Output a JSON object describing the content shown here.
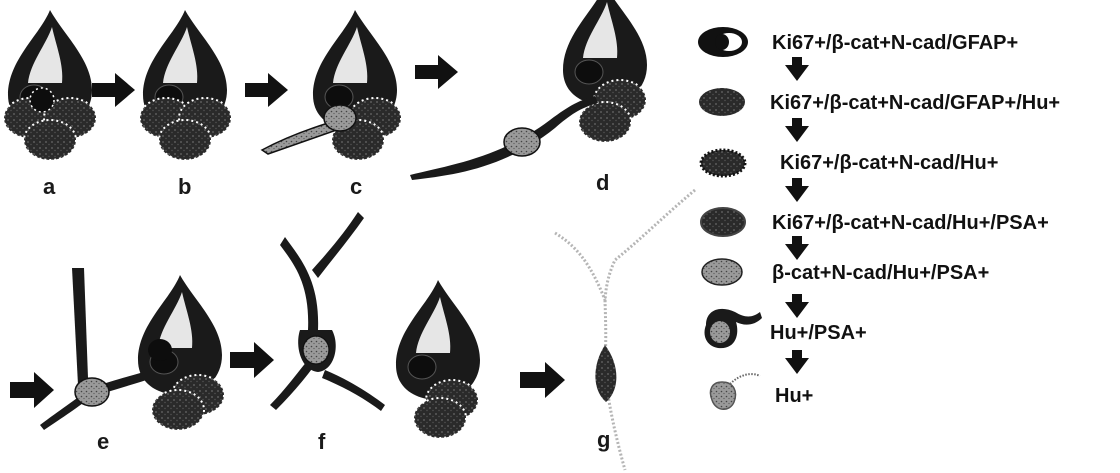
{
  "panels": {
    "a": "a",
    "b": "b",
    "c": "c",
    "d": "d",
    "e": "e",
    "f": "f",
    "g": "g"
  },
  "legend": [
    {
      "label": "Ki67+/β-cat+N-cad/GFAP+"
    },
    {
      "label": "Ki67+/β-cat+N-cad/GFAP+/Hu+"
    },
    {
      "label": "Ki67+/β-cat+N-cad/Hu+"
    },
    {
      "label": "Ki67+/β-cat+N-cad/Hu+/PSA+"
    },
    {
      "label": "β-cat+N-cad/Hu+/PSA+"
    },
    {
      "label": "Hu+/PSA+"
    },
    {
      "label": "Hu+"
    }
  ],
  "colors": {
    "ink": "#1a1a1a",
    "light_fill": "#d8d8d8",
    "dotted_outline": "#ffffff"
  }
}
